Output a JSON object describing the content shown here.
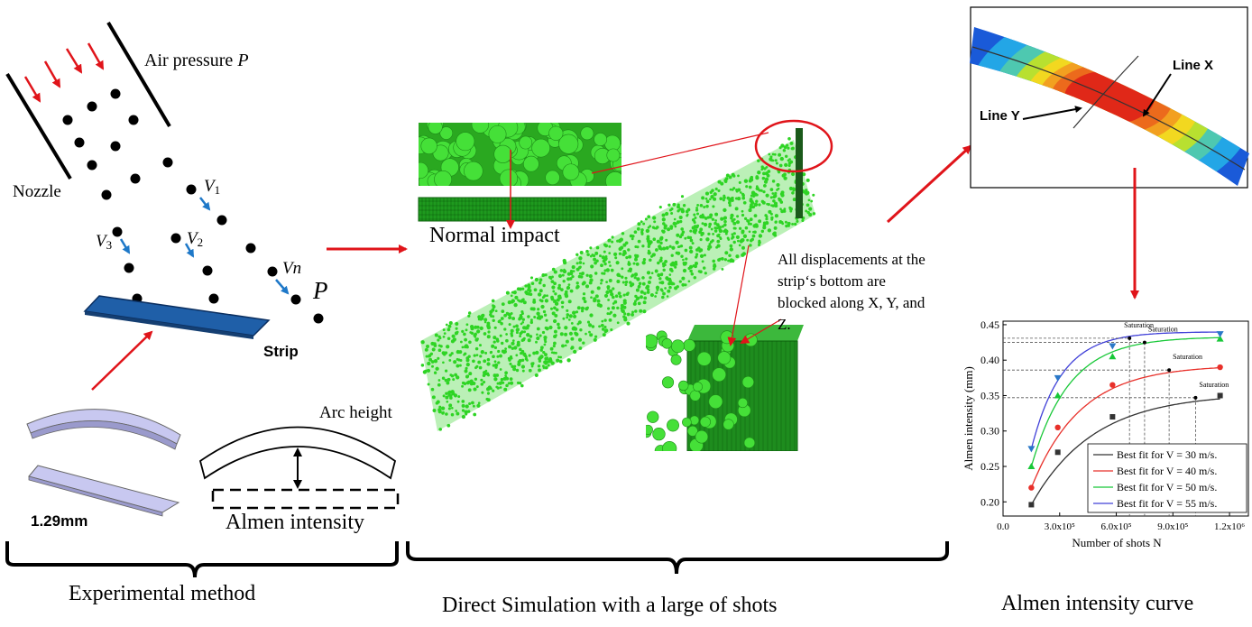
{
  "experimental": {
    "air_pressure_label": "Air pressure",
    "air_pressure_symbol": "P",
    "nozzle_label": "Nozzle",
    "velocity_labels": {
      "v1": {
        "base": "V",
        "sub": "1"
      },
      "v2": {
        "base": "V",
        "sub": "2"
      },
      "v3": {
        "base": "V",
        "sub": "3"
      },
      "vn": {
        "base": "V",
        "sub": "n"
      }
    },
    "p_label": "P",
    "strip_label": "Strip",
    "thickness_label": "1.29mm",
    "arc_height_label": "Arc height",
    "almen_intensity_label": "Almen intensity",
    "caption": "Experimental method"
  },
  "simulation": {
    "normal_impact_label": "Normal impact",
    "boundary_note": [
      "All displacements at the",
      "strip‘s bottom are",
      "blocked along X, Y, and",
      "Z."
    ],
    "caption": "Direct Simulation with a large of shots"
  },
  "curve": {
    "line_x_label": "Line X",
    "line_y_label": "Line Y",
    "caption": "Almen intensity curve"
  },
  "colors": {
    "arrow_red": "#e0141a",
    "velocity_blue": "#1e78c8",
    "strip_blue": "#1f5fa8",
    "shot_green": "#35d42a",
    "strip_gray": "#c8c8f0"
  },
  "chart_data": {
    "type": "scatter",
    "title": "",
    "xlabel": "Number of shots N",
    "ylabel": "Almen intensity (mm)",
    "xlim": [
      0,
      1300000
    ],
    "ylim": [
      0.18,
      0.455
    ],
    "x_ticks": [
      "0.0",
      "3.0x10⁵",
      "6.0x10⁵",
      "9.0x10⁵",
      "1.2x10⁶"
    ],
    "x_tick_values": [
      0,
      300000,
      600000,
      900000,
      1200000
    ],
    "y_ticks": [
      "0.20",
      "0.25",
      "0.30",
      "0.35",
      "0.40",
      "0.45"
    ],
    "y_tick_values": [
      0.2,
      0.25,
      0.3,
      0.35,
      0.4,
      0.45
    ],
    "series": [
      {
        "name": "Best fit for V = 30 m/s.",
        "color": "#333333",
        "marker": "square",
        "points": [
          [
            150000,
            0.196
          ],
          [
            290000,
            0.27
          ],
          [
            580000,
            0.32
          ],
          [
            1150000,
            0.35
          ]
        ],
        "saturation": {
          "x": 1020000,
          "y": 0.347
        }
      },
      {
        "name": "Best fit for V = 40 m/s.",
        "color": "#e8302a",
        "marker": "circle",
        "points": [
          [
            150000,
            0.22
          ],
          [
            290000,
            0.305
          ],
          [
            580000,
            0.365
          ],
          [
            1150000,
            0.39
          ]
        ],
        "saturation": {
          "x": 880000,
          "y": 0.386
        }
      },
      {
        "name": "Best fit for V = 50 m/s.",
        "color": "#18c838",
        "marker": "triangle",
        "points": [
          [
            150000,
            0.25
          ],
          [
            290000,
            0.35
          ],
          [
            580000,
            0.405
          ],
          [
            1150000,
            0.43
          ]
        ],
        "saturation": {
          "x": 750000,
          "y": 0.425
        }
      },
      {
        "name": "Best fit for V = 55 m/s.",
        "color": "#4040d8",
        "marker": "triangle-down",
        "points": [
          [
            150000,
            0.275
          ],
          [
            290000,
            0.375
          ],
          [
            580000,
            0.42
          ],
          [
            1150000,
            0.437
          ]
        ],
        "saturation": {
          "x": 670000,
          "y": 0.431
        }
      }
    ],
    "annotations": [
      "Saturation",
      "Saturation",
      "Saturation",
      "Saturation"
    ],
    "legend_position": "bottom-right"
  }
}
